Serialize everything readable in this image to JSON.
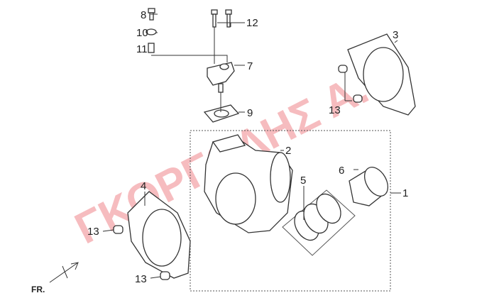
{
  "diagram": {
    "callouts": [
      "1",
      "2",
      "3",
      "4",
      "5",
      "6",
      "7",
      "8",
      "9",
      "10",
      "11",
      "12",
      "13"
    ],
    "watermark": "ΓΚΟΡΓΟΛΗΣ Α.Ε.",
    "direction_label": "FR."
  }
}
